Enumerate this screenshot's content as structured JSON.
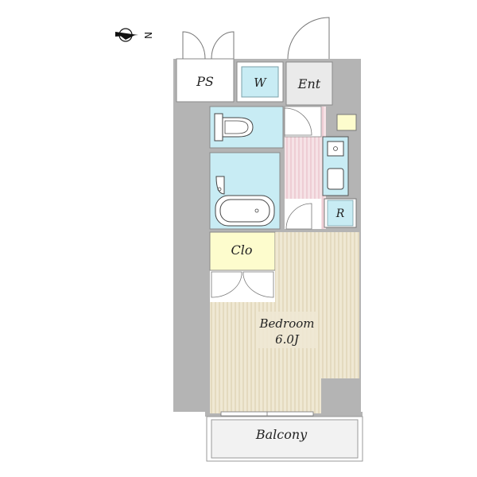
{
  "compass": {
    "label": "N",
    "icon": "north-arrow-icon"
  },
  "rooms": {
    "ps": "PS",
    "washer": "W",
    "entrance": "Ent",
    "refrigerator": "R",
    "closet": "Clo",
    "bedroom": "Bedroom",
    "bedroom_size": "6.0J",
    "balcony": "Balcony"
  },
  "colors": {
    "wall": "#b4b4b4",
    "wet_area": "#c8ecf4",
    "kitchen_floor": "#f6e2e6",
    "kitchen_stripe": "#e6b8c2",
    "closet": "#fdfccd",
    "bedroom": "#efe8d3",
    "bedroom_stripe": "#d9ccab",
    "entrance": "#eaeaea",
    "balcony": "#f2f2f2"
  }
}
